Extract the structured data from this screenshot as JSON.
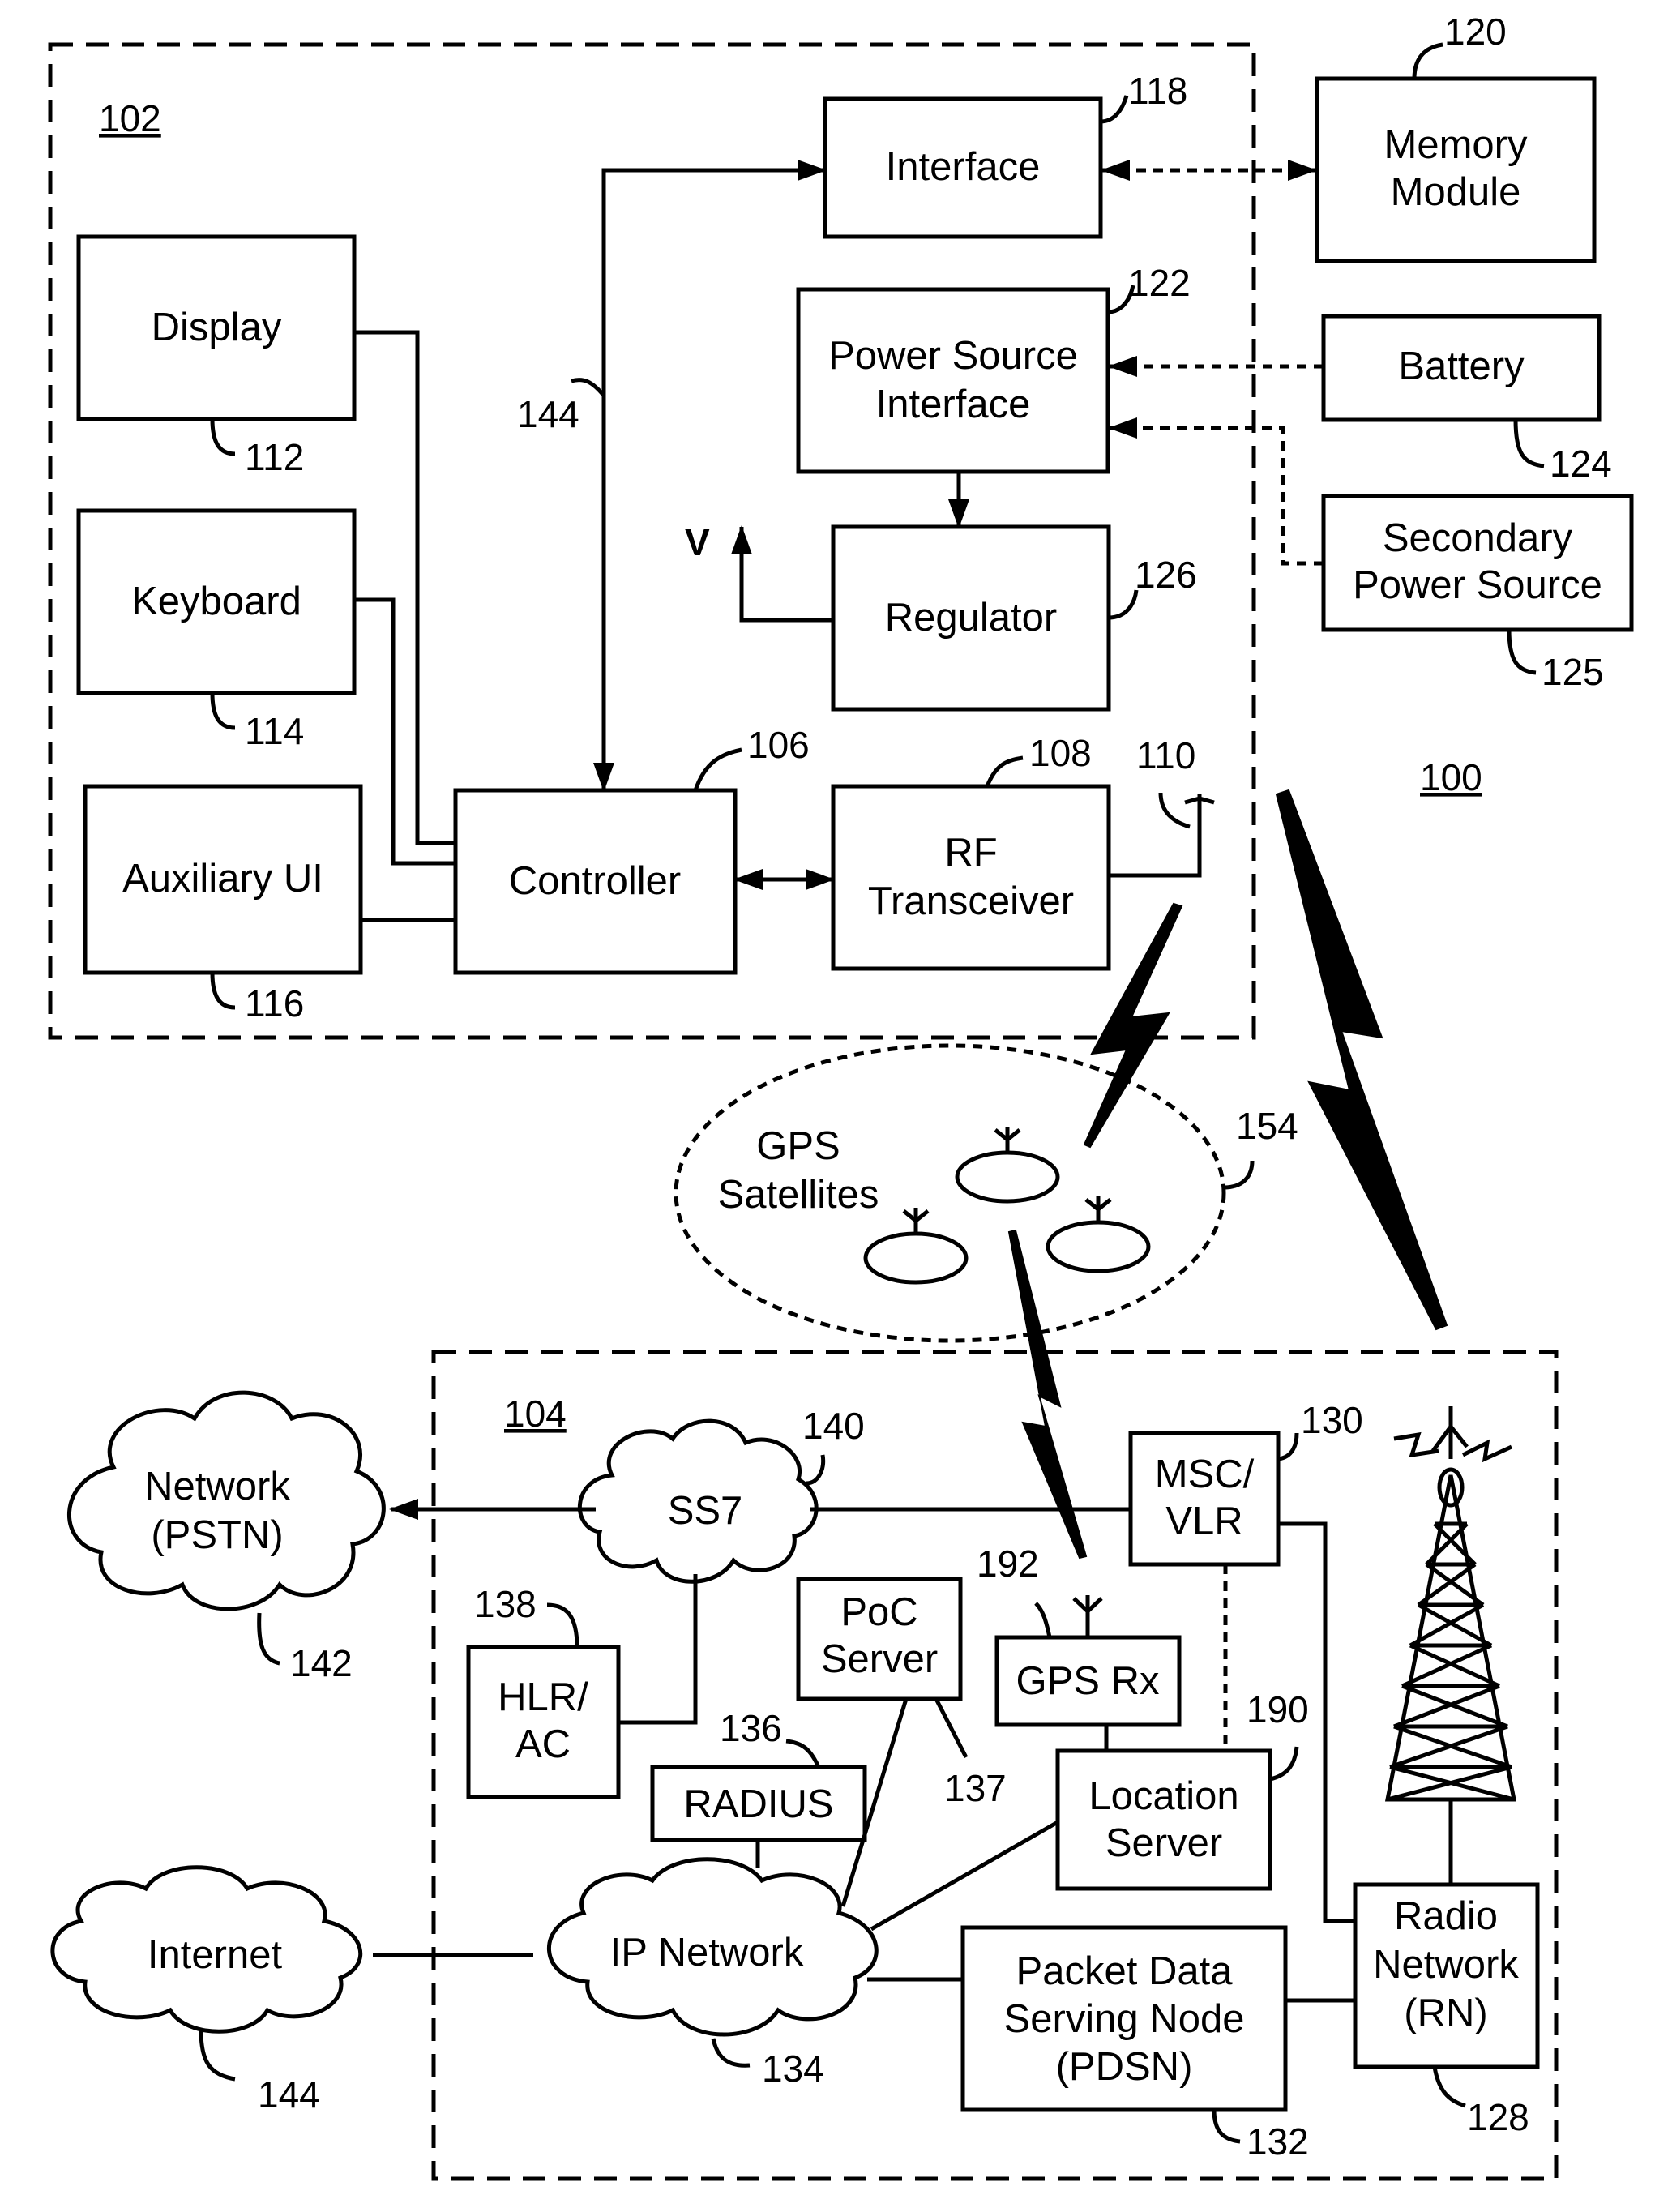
{
  "device": {
    "ref": "102",
    "display": {
      "label": "Display",
      "ref": "112"
    },
    "keyboard": {
      "label": "Keyboard",
      "ref": "114"
    },
    "auxiliary": {
      "label": "Auxiliary UI",
      "ref": "116"
    },
    "controller": {
      "label": "Controller",
      "ref": "106"
    },
    "interface": {
      "label": "Interface",
      "ref": "118"
    },
    "power_interface": {
      "line1": "Power Source",
      "line2": "Interface",
      "ref": "122"
    },
    "regulator": {
      "label": "Regulator",
      "ref": "126",
      "voltage": "V"
    },
    "rf": {
      "line1": "RF",
      "line2": "Transceiver",
      "ref": "108"
    },
    "antenna_ref": "110",
    "bus_ref": "144"
  },
  "external": {
    "memory": {
      "line1": "Memory",
      "line2": "Module",
      "ref": "120"
    },
    "battery": {
      "label": "Battery",
      "ref": "124"
    },
    "secondary": {
      "line1": "Secondary",
      "line2": "Power Source",
      "ref": "125"
    }
  },
  "system_ref": "100",
  "gps_satellites": {
    "line1": "GPS",
    "line2": "Satellites",
    "ref": "154"
  },
  "network": {
    "ref": "104",
    "pstn": {
      "line1": "Network",
      "line2": "(PSTN)",
      "ref": "142"
    },
    "ss7": {
      "label": "SS7",
      "ref": "140"
    },
    "msc": {
      "line1": "MSC/",
      "line2": "VLR",
      "ref": "130"
    },
    "hlr": {
      "line1": "HLR/",
      "line2": "AC",
      "ref": "138"
    },
    "poc": {
      "line1": "PoC",
      "line2": "Server",
      "ref": "137"
    },
    "gps_rx": {
      "label": "GPS Rx",
      "ref": "192"
    },
    "radius": {
      "label": "RADIUS",
      "ref": "136"
    },
    "location": {
      "line1": "Location",
      "line2": "Server",
      "ref": "190"
    },
    "internet": {
      "label": "Internet",
      "ref": "144"
    },
    "ip": {
      "label": "IP Network",
      "ref": "134"
    },
    "pdsn": {
      "line1": "Packet Data",
      "line2": "Serving Node",
      "line3": "(PDSN)",
      "ref": "132"
    },
    "rn": {
      "line1": "Radio",
      "line2": "Network",
      "line3": "(RN)",
      "ref": "128"
    }
  }
}
